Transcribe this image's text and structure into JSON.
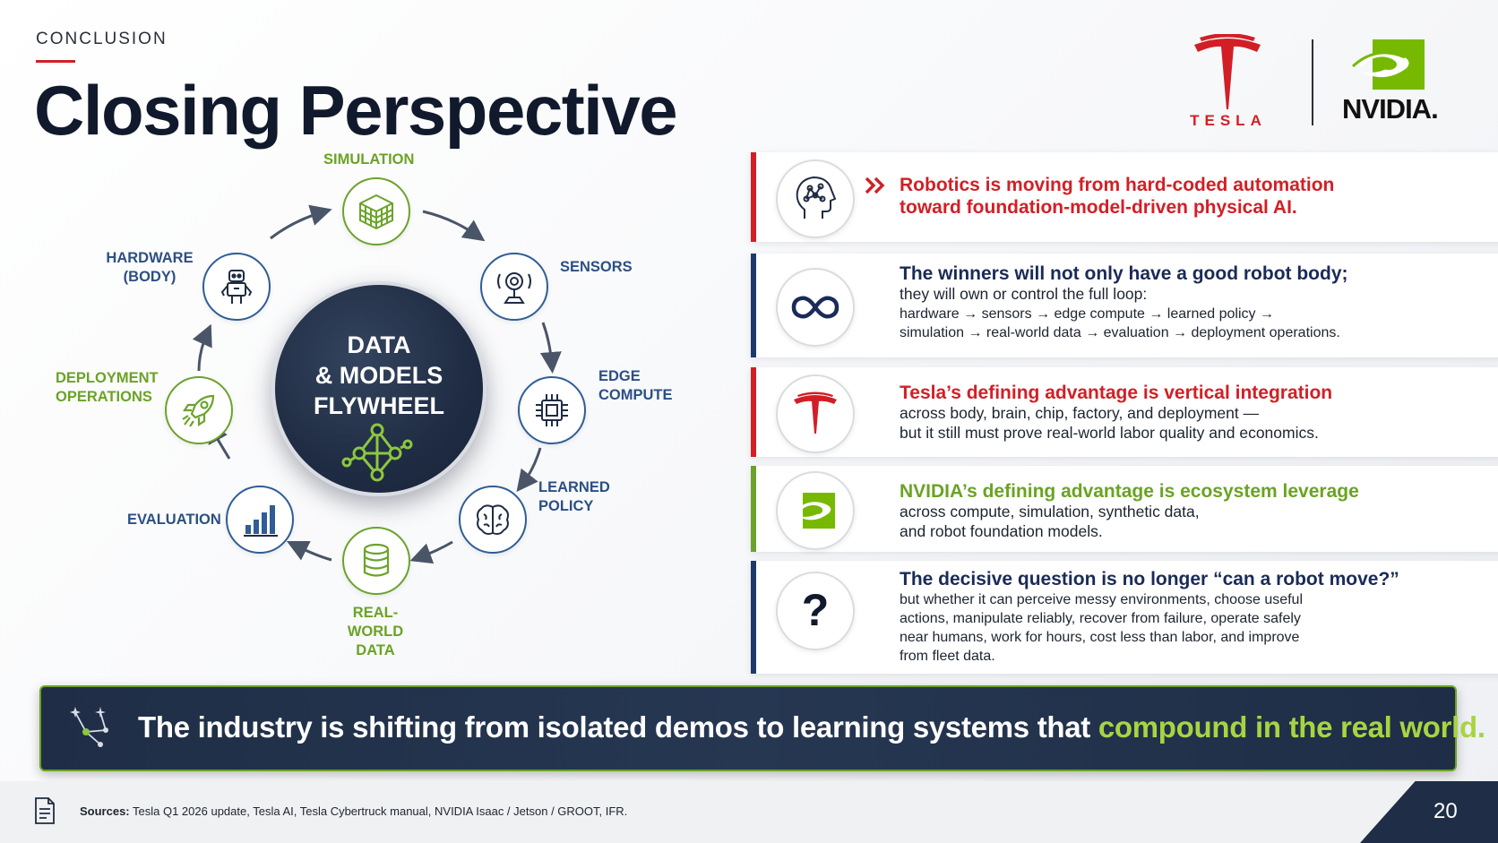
{
  "header": {
    "eyebrow": "CONCLUSION",
    "title": "Closing Perspective"
  },
  "brands": {
    "tesla_word": "TESLA",
    "nvidia_word": "NVIDIA."
  },
  "colors": {
    "tesla_red": "#d21f26",
    "nvidia_green": "#6ba32a",
    "navy": "#1f2e46",
    "blue": "#2c4f84"
  },
  "flywheel": {
    "center_line1": "DATA",
    "center_line2": "& MODELS",
    "center_line3": "FLYWHEEL",
    "center_icon": "network-nodes-icon",
    "nodes": [
      {
        "label1": "SIMULATION",
        "label2": "",
        "icon": "cube-grid-icon"
      },
      {
        "label1": "SENSORS",
        "label2": "",
        "icon": "camera-sensor-icon"
      },
      {
        "label1": "EDGE",
        "label2": "COMPUTE",
        "icon": "chip-icon"
      },
      {
        "label1": "LEARNED",
        "label2": "POLICY",
        "icon": "brain-icon"
      },
      {
        "label1": "REAL-WORLD",
        "label2": "DATA",
        "icon": "database-icon"
      },
      {
        "label1": "EVALUATION",
        "label2": "",
        "icon": "bar-chart-icon"
      },
      {
        "label1": "DEPLOYMENT",
        "label2": "OPERATIONS",
        "icon": "rocket-icon"
      },
      {
        "label1": "HARDWARE",
        "label2": "(BODY)",
        "icon": "robot-icon"
      }
    ]
  },
  "cards": [
    {
      "icon": "ai-head-icon",
      "head1": "Robotics is moving from hard-coded automation",
      "head2": "toward foundation-model-driven physical AI."
    },
    {
      "icon": "infinity-icon",
      "head": "The winners will not only have a good robot body;",
      "body": "they will own or control the full loop:",
      "small1": "hardware → sensors → edge compute → learned policy →",
      "small2": "simulation → real-world data → evaluation → deployment operations."
    },
    {
      "icon": "tesla-logo-icon",
      "head": "Tesla’s defining advantage is vertical integration",
      "body1": "across body, brain, chip, factory, and deployment —",
      "body2": "but it still must prove real-world labor quality and economics."
    },
    {
      "icon": "nvidia-logo-icon",
      "head": "NVIDIA’s defining advantage is ecosystem leverage",
      "body1": "across compute, simulation, synthetic data,",
      "body2": "and robot foundation models."
    },
    {
      "icon": "question-mark-icon",
      "head": "The decisive question is no longer “can a robot move?”",
      "body1": "but whether it can perceive messy environments, choose useful",
      "body2": "actions, manipulate reliably, recover from failure, operate safely",
      "body3": "near humans, work for hours, cost less than labor, and improve",
      "body4": "from fleet data."
    }
  ],
  "banner": {
    "text": "The industry is shifting from isolated demos to learning systems that ",
    "highlight": "compound in the real world."
  },
  "footer": {
    "sources_label": "Sources:",
    "sources_text": " Tesla Q1 2026 update, Tesla AI, Tesla Cybertruck manual, NVIDIA Isaac / Jetson / GROOT, IFR.",
    "page_number": "20"
  }
}
